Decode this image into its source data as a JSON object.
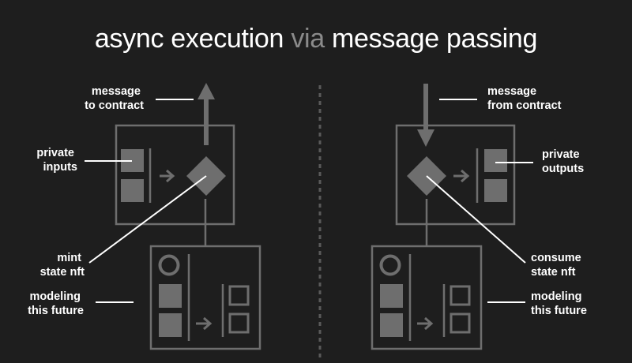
{
  "title": {
    "part1": "async execution ",
    "highlight": "via",
    "part2": " message passing",
    "highlight_color": "#8a8a8a"
  },
  "left": {
    "message_label": [
      "message",
      "to contract"
    ],
    "inputs_label": [
      "private",
      "inputs"
    ],
    "state_label": [
      "mint",
      "state nft"
    ],
    "future_label": [
      "modeling",
      "this future"
    ]
  },
  "right": {
    "message_label": [
      "message",
      "from contract"
    ],
    "outputs_label": [
      "private",
      "outputs"
    ],
    "state_label": [
      "consume",
      "state nft"
    ],
    "future_label": [
      "modeling",
      "this future"
    ]
  },
  "colors": {
    "background": "#1e1e1e",
    "shape": "#6e6e6e",
    "text": "#ffffff",
    "divider": "#5a5a5a"
  }
}
